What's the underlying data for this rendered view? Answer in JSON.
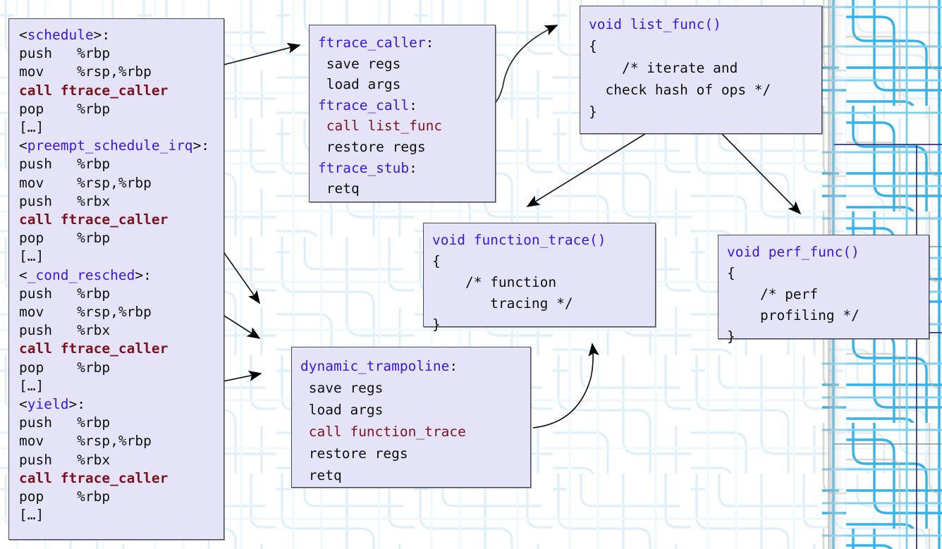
{
  "diagram": {
    "title": "ftrace function tracing call flow",
    "colors": {
      "box_fill": "#e5e3f8",
      "box_border": "#4a4a55",
      "label_blue": "#3b16e8",
      "call_red": "#7c1420",
      "text_black": "#10100f",
      "circuit_cyan": "#29a8e0",
      "circuit_faint": "#e6f4fb"
    },
    "boxes": {
      "schedule": {
        "name": "kernel-functions-listing",
        "lines": [
          {
            "segments": [
              {
                "t": "<",
                "c": "plain"
              },
              {
                "t": "schedule",
                "c": "label"
              },
              {
                "t": ">:",
                "c": "plain"
              }
            ]
          },
          {
            "segments": [
              {
                "t": "push   %rbp",
                "c": "plain"
              }
            ]
          },
          {
            "segments": [
              {
                "t": "mov    %rsp,%rbp",
                "c": "plain"
              }
            ]
          },
          {
            "segments": [
              {
                "t": "call ftrace_caller",
                "c": "call-bold"
              }
            ]
          },
          {
            "segments": [
              {
                "t": "pop    %rbp",
                "c": "plain"
              }
            ]
          },
          {
            "segments": [
              {
                "t": "[…]",
                "c": "plain"
              }
            ]
          },
          {
            "segments": [
              {
                "t": "<",
                "c": "plain"
              },
              {
                "t": "preempt_schedule_irq",
                "c": "label"
              },
              {
                "t": ">:",
                "c": "plain"
              }
            ]
          },
          {
            "segments": [
              {
                "t": "push   %rbp",
                "c": "plain"
              }
            ]
          },
          {
            "segments": [
              {
                "t": "mov    %rsp,%rbp",
                "c": "plain"
              }
            ]
          },
          {
            "segments": [
              {
                "t": "push   %rbx",
                "c": "plain"
              }
            ]
          },
          {
            "segments": [
              {
                "t": "call ftrace_caller",
                "c": "call-bold"
              }
            ]
          },
          {
            "segments": [
              {
                "t": "pop    %rbp",
                "c": "plain"
              }
            ]
          },
          {
            "segments": [
              {
                "t": "[…]",
                "c": "plain"
              }
            ]
          },
          {
            "segments": [
              {
                "t": "<",
                "c": "plain"
              },
              {
                "t": "_cond_resched",
                "c": "label"
              },
              {
                "t": ">:",
                "c": "plain"
              }
            ]
          },
          {
            "segments": [
              {
                "t": "push   %rbp",
                "c": "plain"
              }
            ]
          },
          {
            "segments": [
              {
                "t": "mov    %rsp,%rbp",
                "c": "plain"
              }
            ]
          },
          {
            "segments": [
              {
                "t": "push   %rbx",
                "c": "plain"
              }
            ]
          },
          {
            "segments": [
              {
                "t": "call ftrace_caller",
                "c": "call-bold"
              }
            ]
          },
          {
            "segments": [
              {
                "t": "pop    %rbp",
                "c": "plain"
              }
            ]
          },
          {
            "segments": [
              {
                "t": "[…]",
                "c": "plain"
              }
            ]
          },
          {
            "segments": [
              {
                "t": "<",
                "c": "plain"
              },
              {
                "t": "yield",
                "c": "label"
              },
              {
                "t": ">:",
                "c": "plain"
              }
            ]
          },
          {
            "segments": [
              {
                "t": "push   %rbp",
                "c": "plain"
              }
            ]
          },
          {
            "segments": [
              {
                "t": "mov    %rsp,%rbp",
                "c": "plain"
              }
            ]
          },
          {
            "segments": [
              {
                "t": "push   %rbx",
                "c": "plain"
              }
            ]
          },
          {
            "segments": [
              {
                "t": "call ftrace_caller",
                "c": "call-bold"
              }
            ]
          },
          {
            "segments": [
              {
                "t": "pop    %rbp",
                "c": "plain"
              }
            ]
          },
          {
            "segments": [
              {
                "t": "[…]",
                "c": "plain"
              }
            ]
          }
        ]
      },
      "ftrace_caller": {
        "name": "ftrace-caller-trampoline",
        "lines": [
          {
            "segments": [
              {
                "t": "ftrace_caller",
                "c": "label"
              },
              {
                "t": ":",
                "c": "plain"
              }
            ]
          },
          {
            "segments": [
              {
                "t": " save regs",
                "c": "plain"
              }
            ]
          },
          {
            "segments": [
              {
                "t": " load args",
                "c": "plain"
              }
            ]
          },
          {
            "segments": [
              {
                "t": "ftrace_call",
                "c": "label"
              },
              {
                "t": ":",
                "c": "plain"
              }
            ]
          },
          {
            "segments": [
              {
                "t": " ",
                "c": "plain"
              },
              {
                "t": "call list_func",
                "c": "call"
              }
            ]
          },
          {
            "segments": [
              {
                "t": " restore regs",
                "c": "plain"
              }
            ]
          },
          {
            "segments": [
              {
                "t": "ftrace_stub",
                "c": "label"
              },
              {
                "t": ":",
                "c": "plain"
              }
            ]
          },
          {
            "segments": [
              {
                "t": " retq",
                "c": "plain"
              }
            ]
          }
        ]
      },
      "list_func": {
        "name": "list-func-dispatcher",
        "lines": [
          {
            "segments": [
              {
                "t": "void list_func()",
                "c": "label"
              }
            ]
          },
          {
            "segments": [
              {
                "t": "{",
                "c": "plain"
              }
            ]
          },
          {
            "segments": [
              {
                "t": "    /* iterate and",
                "c": "plain"
              }
            ]
          },
          {
            "segments": [
              {
                "t": "  check hash of ops */",
                "c": "plain"
              }
            ]
          },
          {
            "segments": [
              {
                "t": "}",
                "c": "plain"
              }
            ]
          }
        ]
      },
      "function_trace": {
        "name": "function-trace-callback",
        "lines": [
          {
            "segments": [
              {
                "t": "void function_trace()",
                "c": "label"
              }
            ]
          },
          {
            "segments": [
              {
                "t": "{",
                "c": "plain"
              }
            ]
          },
          {
            "segments": [
              {
                "t": "    /* function",
                "c": "plain"
              }
            ]
          },
          {
            "segments": [
              {
                "t": "       tracing */",
                "c": "plain"
              }
            ]
          },
          {
            "segments": [
              {
                "t": "}",
                "c": "plain"
              }
            ]
          }
        ]
      },
      "perf_func": {
        "name": "perf-func-callback",
        "lines": [
          {
            "segments": [
              {
                "t": "void perf_func()",
                "c": "label"
              }
            ]
          },
          {
            "segments": [
              {
                "t": "{",
                "c": "plain"
              }
            ]
          },
          {
            "segments": [
              {
                "t": "    /* perf",
                "c": "plain"
              }
            ]
          },
          {
            "segments": [
              {
                "t": "    profiling */",
                "c": "plain"
              }
            ]
          },
          {
            "segments": [
              {
                "t": "}",
                "c": "plain"
              }
            ]
          }
        ]
      },
      "dynamic_trampoline": {
        "name": "dynamic-trampoline",
        "lines": [
          {
            "segments": [
              {
                "t": "dynamic_trampoline",
                "c": "label"
              },
              {
                "t": ":",
                "c": "plain"
              }
            ]
          },
          {
            "segments": [
              {
                "t": " save regs",
                "c": "plain"
              }
            ]
          },
          {
            "segments": [
              {
                "t": " load args",
                "c": "plain"
              }
            ]
          },
          {
            "segments": [
              {
                "t": " ",
                "c": "plain"
              },
              {
                "t": "call function_trace",
                "c": "call"
              }
            ]
          },
          {
            "segments": [
              {
                "t": " restore regs",
                "c": "plain"
              }
            ]
          },
          {
            "segments": [
              {
                "t": " retq",
                "c": "plain"
              }
            ]
          }
        ]
      }
    },
    "arrows": [
      {
        "name": "arrow-schedule-to-ftrace-caller",
        "from": "schedule.call#1",
        "to": "ftrace_caller",
        "style": "straight"
      },
      {
        "name": "arrow-preempt-to-dynamic-trampoline",
        "from": "schedule.call#2",
        "to": "dynamic_trampoline",
        "style": "straight"
      },
      {
        "name": "arrow-cond-resched-to-dynamic-trampoline",
        "from": "schedule.call#3",
        "to": "dynamic_trampoline",
        "style": "straight"
      },
      {
        "name": "arrow-yield-to-dynamic-trampoline",
        "from": "schedule.call#4",
        "to": "dynamic_trampoline",
        "style": "straight"
      },
      {
        "name": "arrow-ftrace-call-to-list-func",
        "from": "ftrace_caller.call list_func",
        "to": "list_func",
        "style": "curved"
      },
      {
        "name": "arrow-list-func-to-function-trace",
        "from": "list_func",
        "to": "function_trace",
        "style": "straight"
      },
      {
        "name": "arrow-list-func-to-perf-func",
        "from": "list_func",
        "to": "perf_func",
        "style": "straight"
      },
      {
        "name": "arrow-dynamic-trampoline-to-function-trace",
        "from": "dynamic_trampoline",
        "to": "function_trace",
        "style": "curved"
      }
    ]
  }
}
